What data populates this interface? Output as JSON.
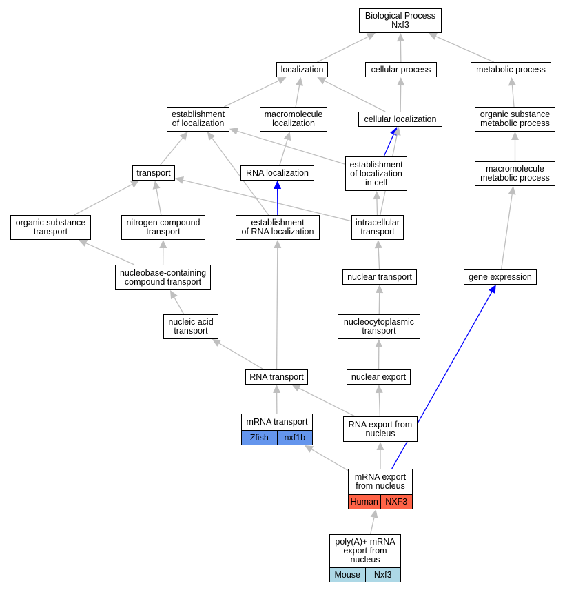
{
  "colors": {
    "edge": "#bfbfbf",
    "highlight_edge": "#0000ff",
    "zfish": "#6495ed",
    "human": "#ff6347",
    "mouse": "#add8e6"
  },
  "nodes": {
    "bp": {
      "label": "Biological Process\nNxf3"
    },
    "loc": {
      "label": "localization"
    },
    "cp": {
      "label": "cellular process"
    },
    "mp": {
      "label": "metabolic process"
    },
    "eol": {
      "label": "establishment\nof localization"
    },
    "ml": {
      "label": "macromolecule\nlocalization"
    },
    "cl": {
      "label": "cellular localization"
    },
    "osmp": {
      "label": "organic substance\nmetabolic process"
    },
    "tr": {
      "label": "transport"
    },
    "rnal": {
      "label": "RNA localization"
    },
    "eolc": {
      "label": "establishment\nof localization\nin cell"
    },
    "mmp": {
      "label": "macromolecule\nmetabolic process"
    },
    "ost": {
      "label": "organic substance\ntransport"
    },
    "nct": {
      "label": "nitrogen compound\ntransport"
    },
    "erl": {
      "label": "establishment\nof RNA localization"
    },
    "it": {
      "label": "intracellular\ntransport"
    },
    "nbct": {
      "label": "nucleobase-containing\ncompound transport"
    },
    "nt": {
      "label": "nuclear transport"
    },
    "ge": {
      "label": "gene expression"
    },
    "nat": {
      "label": "nucleic acid\ntransport"
    },
    "ncpt": {
      "label": "nucleocytoplasmic\ntransport"
    },
    "rnat": {
      "label": "RNA transport"
    },
    "ne": {
      "label": "nuclear export"
    },
    "mrnat": {
      "label": "mRNA transport",
      "species": "Zfish",
      "gene": "nxf1b"
    },
    "refn": {
      "label": "RNA export from\nnucleus"
    },
    "mefn": {
      "label": "mRNA export\nfrom nucleus",
      "species": "Human",
      "gene": "NXF3"
    },
    "pa": {
      "label": "poly(A)+ mRNA\nexport from\nnucleus",
      "species": "Mouse",
      "gene": "Nxf3"
    }
  },
  "edges": [
    {
      "from": "loc",
      "to": "bp"
    },
    {
      "from": "cp",
      "to": "bp"
    },
    {
      "from": "mp",
      "to": "bp"
    },
    {
      "from": "eol",
      "to": "loc"
    },
    {
      "from": "ml",
      "to": "loc"
    },
    {
      "from": "cl",
      "to": "loc"
    },
    {
      "from": "cl",
      "to": "cp"
    },
    {
      "from": "osmp",
      "to": "mp"
    },
    {
      "from": "tr",
      "to": "eol"
    },
    {
      "from": "eolc",
      "to": "eol"
    },
    {
      "from": "eolc",
      "to": "cl",
      "highlight": true
    },
    {
      "from": "rnal",
      "to": "ml"
    },
    {
      "from": "mmp",
      "to": "osmp"
    },
    {
      "from": "ost",
      "to": "tr"
    },
    {
      "from": "nct",
      "to": "tr"
    },
    {
      "from": "it",
      "to": "tr"
    },
    {
      "from": "erl",
      "to": "eol"
    },
    {
      "from": "erl",
      "to": "rnal",
      "highlight": true
    },
    {
      "from": "it",
      "to": "eolc"
    },
    {
      "from": "it",
      "to": "cl"
    },
    {
      "from": "ge",
      "to": "mmp"
    },
    {
      "from": "nbct",
      "to": "ost"
    },
    {
      "from": "nbct",
      "to": "nct"
    },
    {
      "from": "nt",
      "to": "it"
    },
    {
      "from": "nat",
      "to": "nbct"
    },
    {
      "from": "ncpt",
      "to": "nt"
    },
    {
      "from": "rnat",
      "to": "nat"
    },
    {
      "from": "rnat",
      "to": "erl"
    },
    {
      "from": "ne",
      "to": "ncpt"
    },
    {
      "from": "mrnat",
      "to": "rnat"
    },
    {
      "from": "refn",
      "to": "rnat"
    },
    {
      "from": "refn",
      "to": "ne"
    },
    {
      "from": "mefn",
      "to": "mrnat"
    },
    {
      "from": "mefn",
      "to": "refn"
    },
    {
      "from": "mefn",
      "to": "ge",
      "highlight": true
    },
    {
      "from": "pa",
      "to": "mefn"
    }
  ]
}
